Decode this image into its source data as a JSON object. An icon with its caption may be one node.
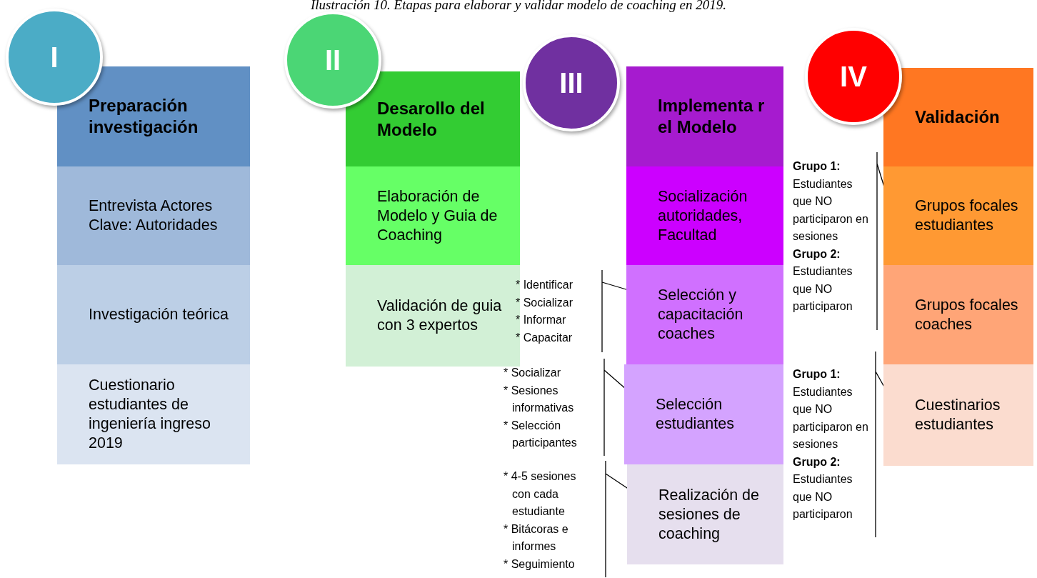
{
  "diagram": {
    "title": "Ilustración 10. Etapas para elaborar y validar modelo de coaching en 2019.",
    "nodes": [
      {
        "text": [
          "I"
        ]
      },
      {
        "text": [
          "Preparación investigación"
        ]
      },
      {
        "text": [
          "Entrevista Actores Clave: Autoridades"
        ]
      },
      {
        "text": [
          "Investigación teórica"
        ]
      },
      {
        "text": [
          "Cuestionario estudiantes de ingeniería ingreso 2019"
        ]
      },
      {
        "text": [
          "II"
        ]
      },
      {
        "text": [
          "Desarollo del Modelo"
        ]
      },
      {
        "text": [
          "Elaboración de Modelo y Guia de Coaching"
        ]
      },
      {
        "text": [
          "Validación de guia con 3 expertos"
        ]
      },
      {
        "text": [
          "III"
        ]
      },
      {
        "text": [
          "Implementa r el Modelo"
        ]
      },
      {
        "text": [
          "Socialización autoridades, Facultad"
        ]
      },
      {
        "text": [
          "Selección y capacitación coaches"
        ]
      },
      {
        "text": [
          "Selección estudiantes"
        ]
      },
      {
        "text": [
          "Realización de sesiones de coaching"
        ]
      },
      {
        "text": [
          "IV"
        ]
      },
      {
        "text": [
          "Validación"
        ]
      },
      {
        "text": [
          "Grupos focales estudiantes"
        ]
      },
      {
        "text": [
          "Grupos focales coaches"
        ]
      },
      {
        "text": [
          "Cuestinarios estudiantes"
        ]
      },
      {
        "text": [
          "* Identificar",
          "* Socializar",
          "* Informar",
          "* Capacitar"
        ]
      },
      {
        "text": [
          "* Socializar",
          "* Sesiones informativas",
          "* Selección participantes"
        ]
      },
      {
        "text": [
          "* 4-5 sesiones con cada estudiante",
          "* Bitácoras e informes",
          "* Seguimiento"
        ]
      },
      {
        "text": [
          "**Grupo 1:** Estudiantes que NO participaron en sesiones",
          "**Grupo 2:** Estudiantes que NO participaron"
        ]
      },
      {
        "text": [
          "**Grupo 1:** Estudiantes que NO participaron en sesiones",
          "**Grupo 2:** Estudiantes que NO participaron"
        ]
      }
    ],
    "edges": [
      {
        "from": 20,
        "to": 12,
        "arrow": "none"
      },
      {
        "from": 21,
        "to": 13,
        "arrow": "none"
      },
      {
        "from": 22,
        "to": 14,
        "arrow": "none"
      },
      {
        "from": 23,
        "to": 17,
        "arrow": "none"
      },
      {
        "from": 24,
        "to": 19,
        "arrow": "none"
      }
    ]
  }
}
